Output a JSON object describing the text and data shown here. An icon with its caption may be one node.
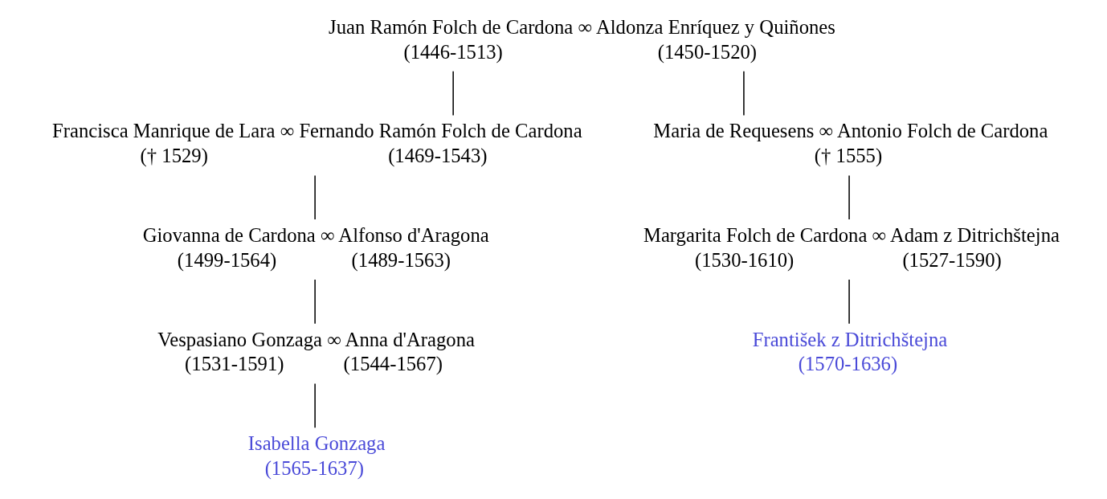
{
  "diagram": {
    "nodes": [
      {
        "text": [
          "Juan Ramón Folch de Cardona ∞ Aldonza Enríquez y Quiñones",
          "(1446-1513)",
          "(1450-1520)"
        ]
      },
      {
        "text": [
          "Francisca Manrique de Lara ∞ Fernando Ramón Folch de Cardona",
          "(† 1529)",
          "(1469-1543)"
        ]
      },
      {
        "text": [
          "Maria de Requesens ∞ Antonio Folch de Cardona",
          "(† 1555)"
        ]
      },
      {
        "text": [
          "Giovanna de Cardona ∞ Alfonso d'Aragona",
          "(1499-1564)",
          "(1489-1563)"
        ]
      },
      {
        "text": [
          "Margarita Folch de Cardona ∞ Adam z Ditrichštejna",
          "(1530-1610)",
          "(1527-1590)"
        ]
      },
      {
        "text": [
          "Vespasiano Gonzaga ∞ Anna d'Aragona",
          "(1531-1591)",
          "(1544-1567)"
        ]
      },
      {
        "text": [
          "Isabella Gonzaga",
          "(1565-1637)"
        ]
      },
      {
        "text": [
          "František z Ditrichštejna",
          "(1570-1636)"
        ]
      }
    ],
    "edges": [
      {
        "from": 0,
        "to": 1,
        "arrow": "none"
      },
      {
        "from": 0,
        "to": 2,
        "arrow": "none"
      },
      {
        "from": 1,
        "to": 3,
        "arrow": "none"
      },
      {
        "from": 2,
        "to": 4,
        "arrow": "none"
      },
      {
        "from": 3,
        "to": 5,
        "arrow": "none"
      },
      {
        "from": 4,
        "to": 7,
        "arrow": "none"
      },
      {
        "from": 5,
        "to": 6,
        "arrow": "none"
      }
    ]
  }
}
